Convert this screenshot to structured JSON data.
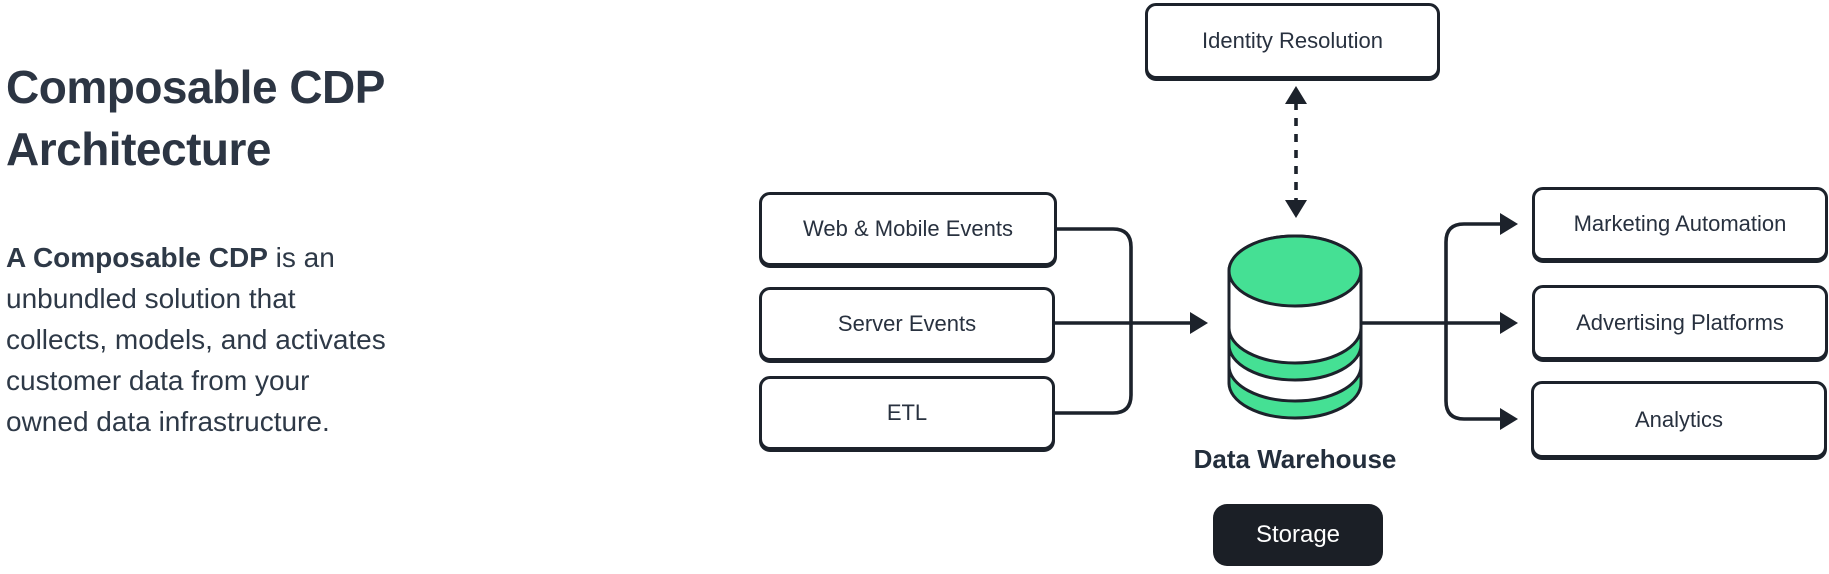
{
  "intro": {
    "title_lines": [
      "Composable CDP",
      "Architecture"
    ],
    "description_bold": "A Composable CDP",
    "description_rest": " is an unbundled solution that collects, models, and activates customer data from your owned data infrastructure."
  },
  "diagram": {
    "identity_node": {
      "label": "Identity Resolution"
    },
    "sources": [
      {
        "label": "Web & Mobile Events"
      },
      {
        "label": "Server Events"
      },
      {
        "label": "ETL"
      }
    ],
    "warehouse": {
      "label": "Data Warehouse",
      "badge_label": "Storage",
      "icon": "database-cylinder-icon"
    },
    "destinations": [
      {
        "label": "Marketing Automation"
      },
      {
        "label": "Advertising Platforms"
      },
      {
        "label": "Analytics"
      }
    ],
    "colors": {
      "accent_green": "#45e094",
      "outline_dark": "#1c222b",
      "badge_background": "#1b1f26",
      "text_dark": "#2e3947",
      "node_background": "#ffffff"
    }
  }
}
